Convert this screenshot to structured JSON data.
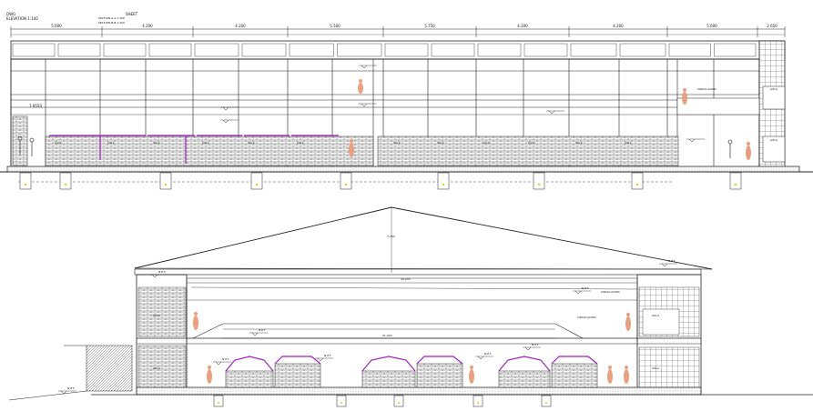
{
  "title_block": {
    "line1": "DWG",
    "line2": "ELEVATION 1:100",
    "label_center": "SHEET",
    "line3": "SECTION A-A 1:100",
    "line4": "SECTION B-B 1:100"
  },
  "top_elevation": {
    "dimensions": [
      "5.600",
      "4.200",
      "4.200",
      "5.500",
      "5.750",
      "4.200",
      "4.200",
      "5.600",
      "2.650"
    ],
    "level_left": "7.9550",
    "room_tags": [
      "SALA",
      "SALA",
      "SALA",
      "SALA",
      "SALA",
      "SALA",
      "SALA",
      "SALA",
      "SALA",
      "SALA",
      "SALA",
      "SALA"
    ],
    "annotation_right": "CIRCULACION",
    "room_right_upper": "AULA",
    "room_right_lower": "AULA"
  },
  "bottom_section": {
    "roof_height": "3.700",
    "span_upper": "30.200",
    "span_lower": "21.400",
    "annotation_center": "CIRCULACION",
    "annotation_right": "CIRCULACION",
    "room_left_upper": "AULA",
    "room_left_lower": "AULA",
    "room_right_upper": "AULA",
    "room_right_lower": "AULA",
    "level_tags": [
      "N.P.T.",
      "N.P.T.",
      "N.P.T.",
      "N.P.T.",
      "N.P.T.",
      "N.P.T.",
      "N.P.T.",
      "N.P.T.",
      "N.P.T."
    ]
  }
}
